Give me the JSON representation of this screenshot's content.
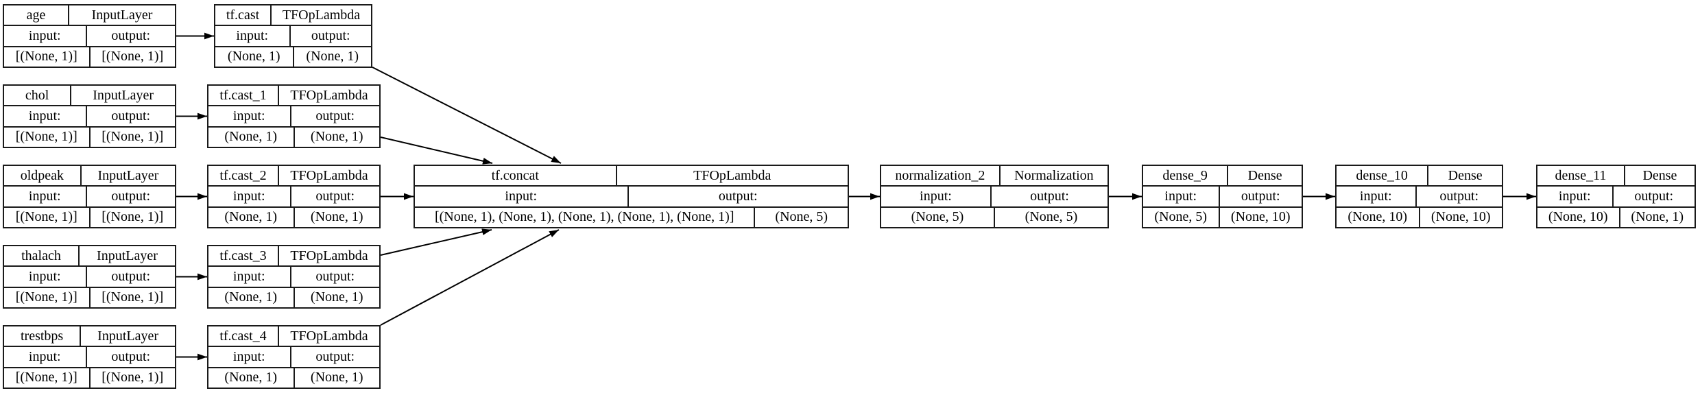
{
  "diagram": {
    "kind": "keras-model-architecture",
    "labels": {
      "input": "input:",
      "output": "output:"
    },
    "colors": {
      "background": "#ffffff",
      "node_border": "#1a1a1a",
      "edge": "#000000",
      "text": "#000000"
    },
    "nodes": [
      {
        "id": "age",
        "layer_class": "InputLayer",
        "input_shape": "[(None, 1)]",
        "output_shape": "[(None, 1)]"
      },
      {
        "id": "tf.cast",
        "layer_class": "TFOpLambda",
        "input_shape": "(None, 1)",
        "output_shape": "(None, 1)"
      },
      {
        "id": "chol",
        "layer_class": "InputLayer",
        "input_shape": "[(None, 1)]",
        "output_shape": "[(None, 1)]"
      },
      {
        "id": "tf.cast_1",
        "layer_class": "TFOpLambda",
        "input_shape": "(None, 1)",
        "output_shape": "(None, 1)"
      },
      {
        "id": "oldpeak",
        "layer_class": "InputLayer",
        "input_shape": "[(None, 1)]",
        "output_shape": "[(None, 1)]"
      },
      {
        "id": "tf.cast_2",
        "layer_class": "TFOpLambda",
        "input_shape": "(None, 1)",
        "output_shape": "(None, 1)"
      },
      {
        "id": "thalach",
        "layer_class": "InputLayer",
        "input_shape": "[(None, 1)]",
        "output_shape": "[(None, 1)]"
      },
      {
        "id": "tf.cast_3",
        "layer_class": "TFOpLambda",
        "input_shape": "(None, 1)",
        "output_shape": "(None, 1)"
      },
      {
        "id": "trestbps",
        "layer_class": "InputLayer",
        "input_shape": "[(None, 1)]",
        "output_shape": "[(None, 1)]"
      },
      {
        "id": "tf.cast_4",
        "layer_class": "TFOpLambda",
        "input_shape": "(None, 1)",
        "output_shape": "(None, 1)"
      },
      {
        "id": "tf.concat",
        "layer_class": "TFOpLambda",
        "input_shape": "[(None, 1), (None, 1), (None, 1), (None, 1), (None, 1)]",
        "output_shape": "(None, 5)"
      },
      {
        "id": "normalization_2",
        "layer_class": "Normalization",
        "input_shape": "(None, 5)",
        "output_shape": "(None, 5)"
      },
      {
        "id": "dense_9",
        "layer_class": "Dense",
        "input_shape": "(None, 5)",
        "output_shape": "(None, 10)"
      },
      {
        "id": "dense_10",
        "layer_class": "Dense",
        "input_shape": "(None, 10)",
        "output_shape": "(None, 10)"
      },
      {
        "id": "dense_11",
        "layer_class": "Dense",
        "input_shape": "(None, 10)",
        "output_shape": "(None, 1)"
      }
    ],
    "edges": [
      {
        "from": "age",
        "to": "tf.cast"
      },
      {
        "from": "chol",
        "to": "tf.cast_1"
      },
      {
        "from": "oldpeak",
        "to": "tf.cast_2"
      },
      {
        "from": "thalach",
        "to": "tf.cast_3"
      },
      {
        "from": "trestbps",
        "to": "tf.cast_4"
      },
      {
        "from": "tf.cast",
        "to": "tf.concat"
      },
      {
        "from": "tf.cast_1",
        "to": "tf.concat"
      },
      {
        "from": "tf.cast_2",
        "to": "tf.concat"
      },
      {
        "from": "tf.cast_3",
        "to": "tf.concat"
      },
      {
        "from": "tf.cast_4",
        "to": "tf.concat"
      },
      {
        "from": "tf.concat",
        "to": "normalization_2"
      },
      {
        "from": "normalization_2",
        "to": "dense_9"
      },
      {
        "from": "dense_9",
        "to": "dense_10"
      },
      {
        "from": "dense_10",
        "to": "dense_11"
      }
    ]
  }
}
